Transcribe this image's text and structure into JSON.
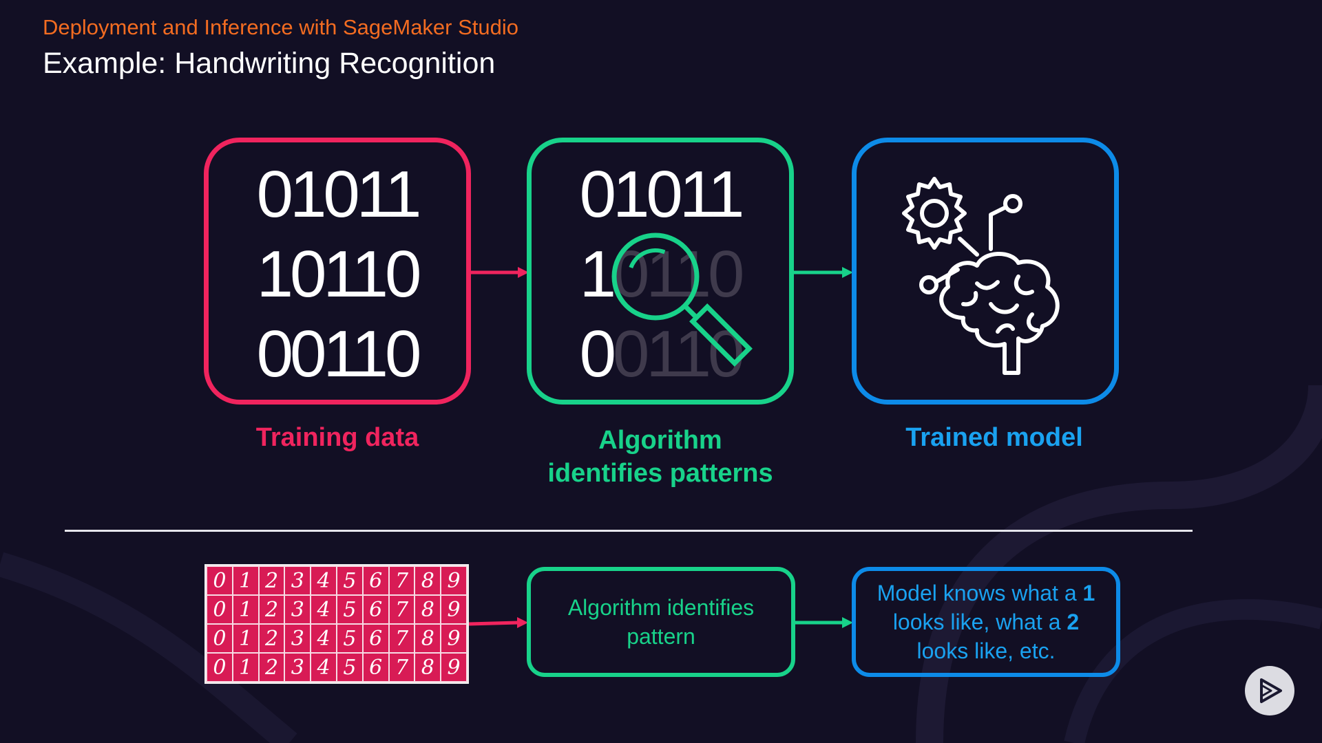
{
  "header": {
    "subtitle": "Deployment and Inference with SageMaker Studio",
    "title": "Example: Handwriting Recognition"
  },
  "top_row": {
    "training_box": {
      "lines": [
        "01011",
        "10110",
        "00110"
      ]
    },
    "algorithm_box": {
      "lines": [
        {
          "visible": "01011",
          "faded": ""
        },
        {
          "visible": "1",
          "faded": "0110"
        },
        {
          "visible": "0",
          "faded": "0110"
        }
      ]
    },
    "labels": {
      "training": "Training data",
      "algorithm_line1": "Algorithm",
      "algorithm_line2": "identifies patterns",
      "model": "Trained model"
    }
  },
  "bottom_row": {
    "digit_grid": [
      [
        "0",
        "1",
        "2",
        "3",
        "4",
        "5",
        "6",
        "7",
        "8",
        "9"
      ],
      [
        "0",
        "1",
        "2",
        "3",
        "4",
        "5",
        "6",
        "7",
        "8",
        "9"
      ],
      [
        "0",
        "1",
        "2",
        "3",
        "4",
        "5",
        "6",
        "7",
        "8",
        "9"
      ],
      [
        "0",
        "1",
        "2",
        "3",
        "4",
        "5",
        "6",
        "7",
        "8",
        "9"
      ]
    ],
    "algorithm_text": "Algorithm identifies pattern",
    "model_text": {
      "part1": "Model knows what a ",
      "bold1": "1",
      "part2": " looks like, what a ",
      "bold2": "2",
      "part3": " looks like, etc."
    }
  },
  "colors": {
    "pink": "#f0245e",
    "green": "#18d28a",
    "blue": "#0d8be8",
    "orange": "#f36c21",
    "background": "#120f24"
  },
  "icons": [
    "magnifier-icon",
    "gear-brain-icon",
    "play-icon"
  ]
}
